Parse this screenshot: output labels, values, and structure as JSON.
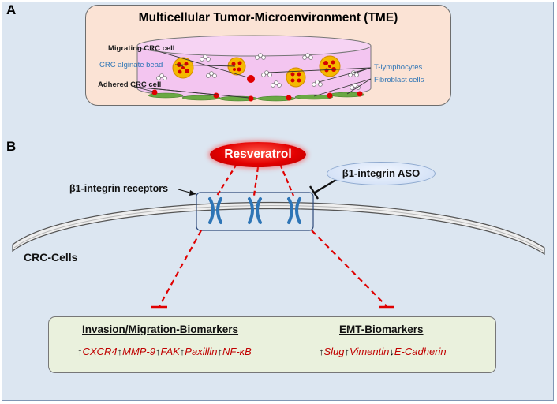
{
  "panel_a": {
    "letter": "A",
    "title": "Multicellular Tumor-Microenvironment (TME)",
    "labels": {
      "migrating": "Migrating CRC cell",
      "bead": "CRC alginate bead",
      "adhered": "Adhered CRC cell",
      "tlymph": "T-lymphocytes",
      "fibro": "Fibroblast cells"
    }
  },
  "panel_b": {
    "letter": "B",
    "drug": "Resveratrol",
    "inhibitor": "β1-integrin ASO",
    "receptors_label": "β1-integrin receptors",
    "cells_label": "CRC-Cells"
  },
  "biomarkers": {
    "invasion": {
      "title": "Invasion/Migration-Biomarkers",
      "items": [
        {
          "dir": "up",
          "name": "CXCR4"
        },
        {
          "dir": "up",
          "name": "MMP-9"
        },
        {
          "dir": "up",
          "name": "FAK"
        },
        {
          "dir": "up",
          "name": "Paxillin"
        },
        {
          "dir": "up",
          "name": "NF-κB"
        }
      ]
    },
    "emt": {
      "title": "EMT-Biomarkers",
      "items": [
        {
          "dir": "up",
          "name": "Slug"
        },
        {
          "dir": "up",
          "name": "Vimentin"
        },
        {
          "dir": "down",
          "name": "E-Cadherin"
        }
      ]
    }
  },
  "colors": {
    "panel_bg": "#dce6f1",
    "tme_bg": "#fbe3d5",
    "biomarker_bg": "#eaf1dd",
    "inhibition_line": "#e00000",
    "receptor": "#2e75b6",
    "biomarker_text": "#c00000"
  }
}
